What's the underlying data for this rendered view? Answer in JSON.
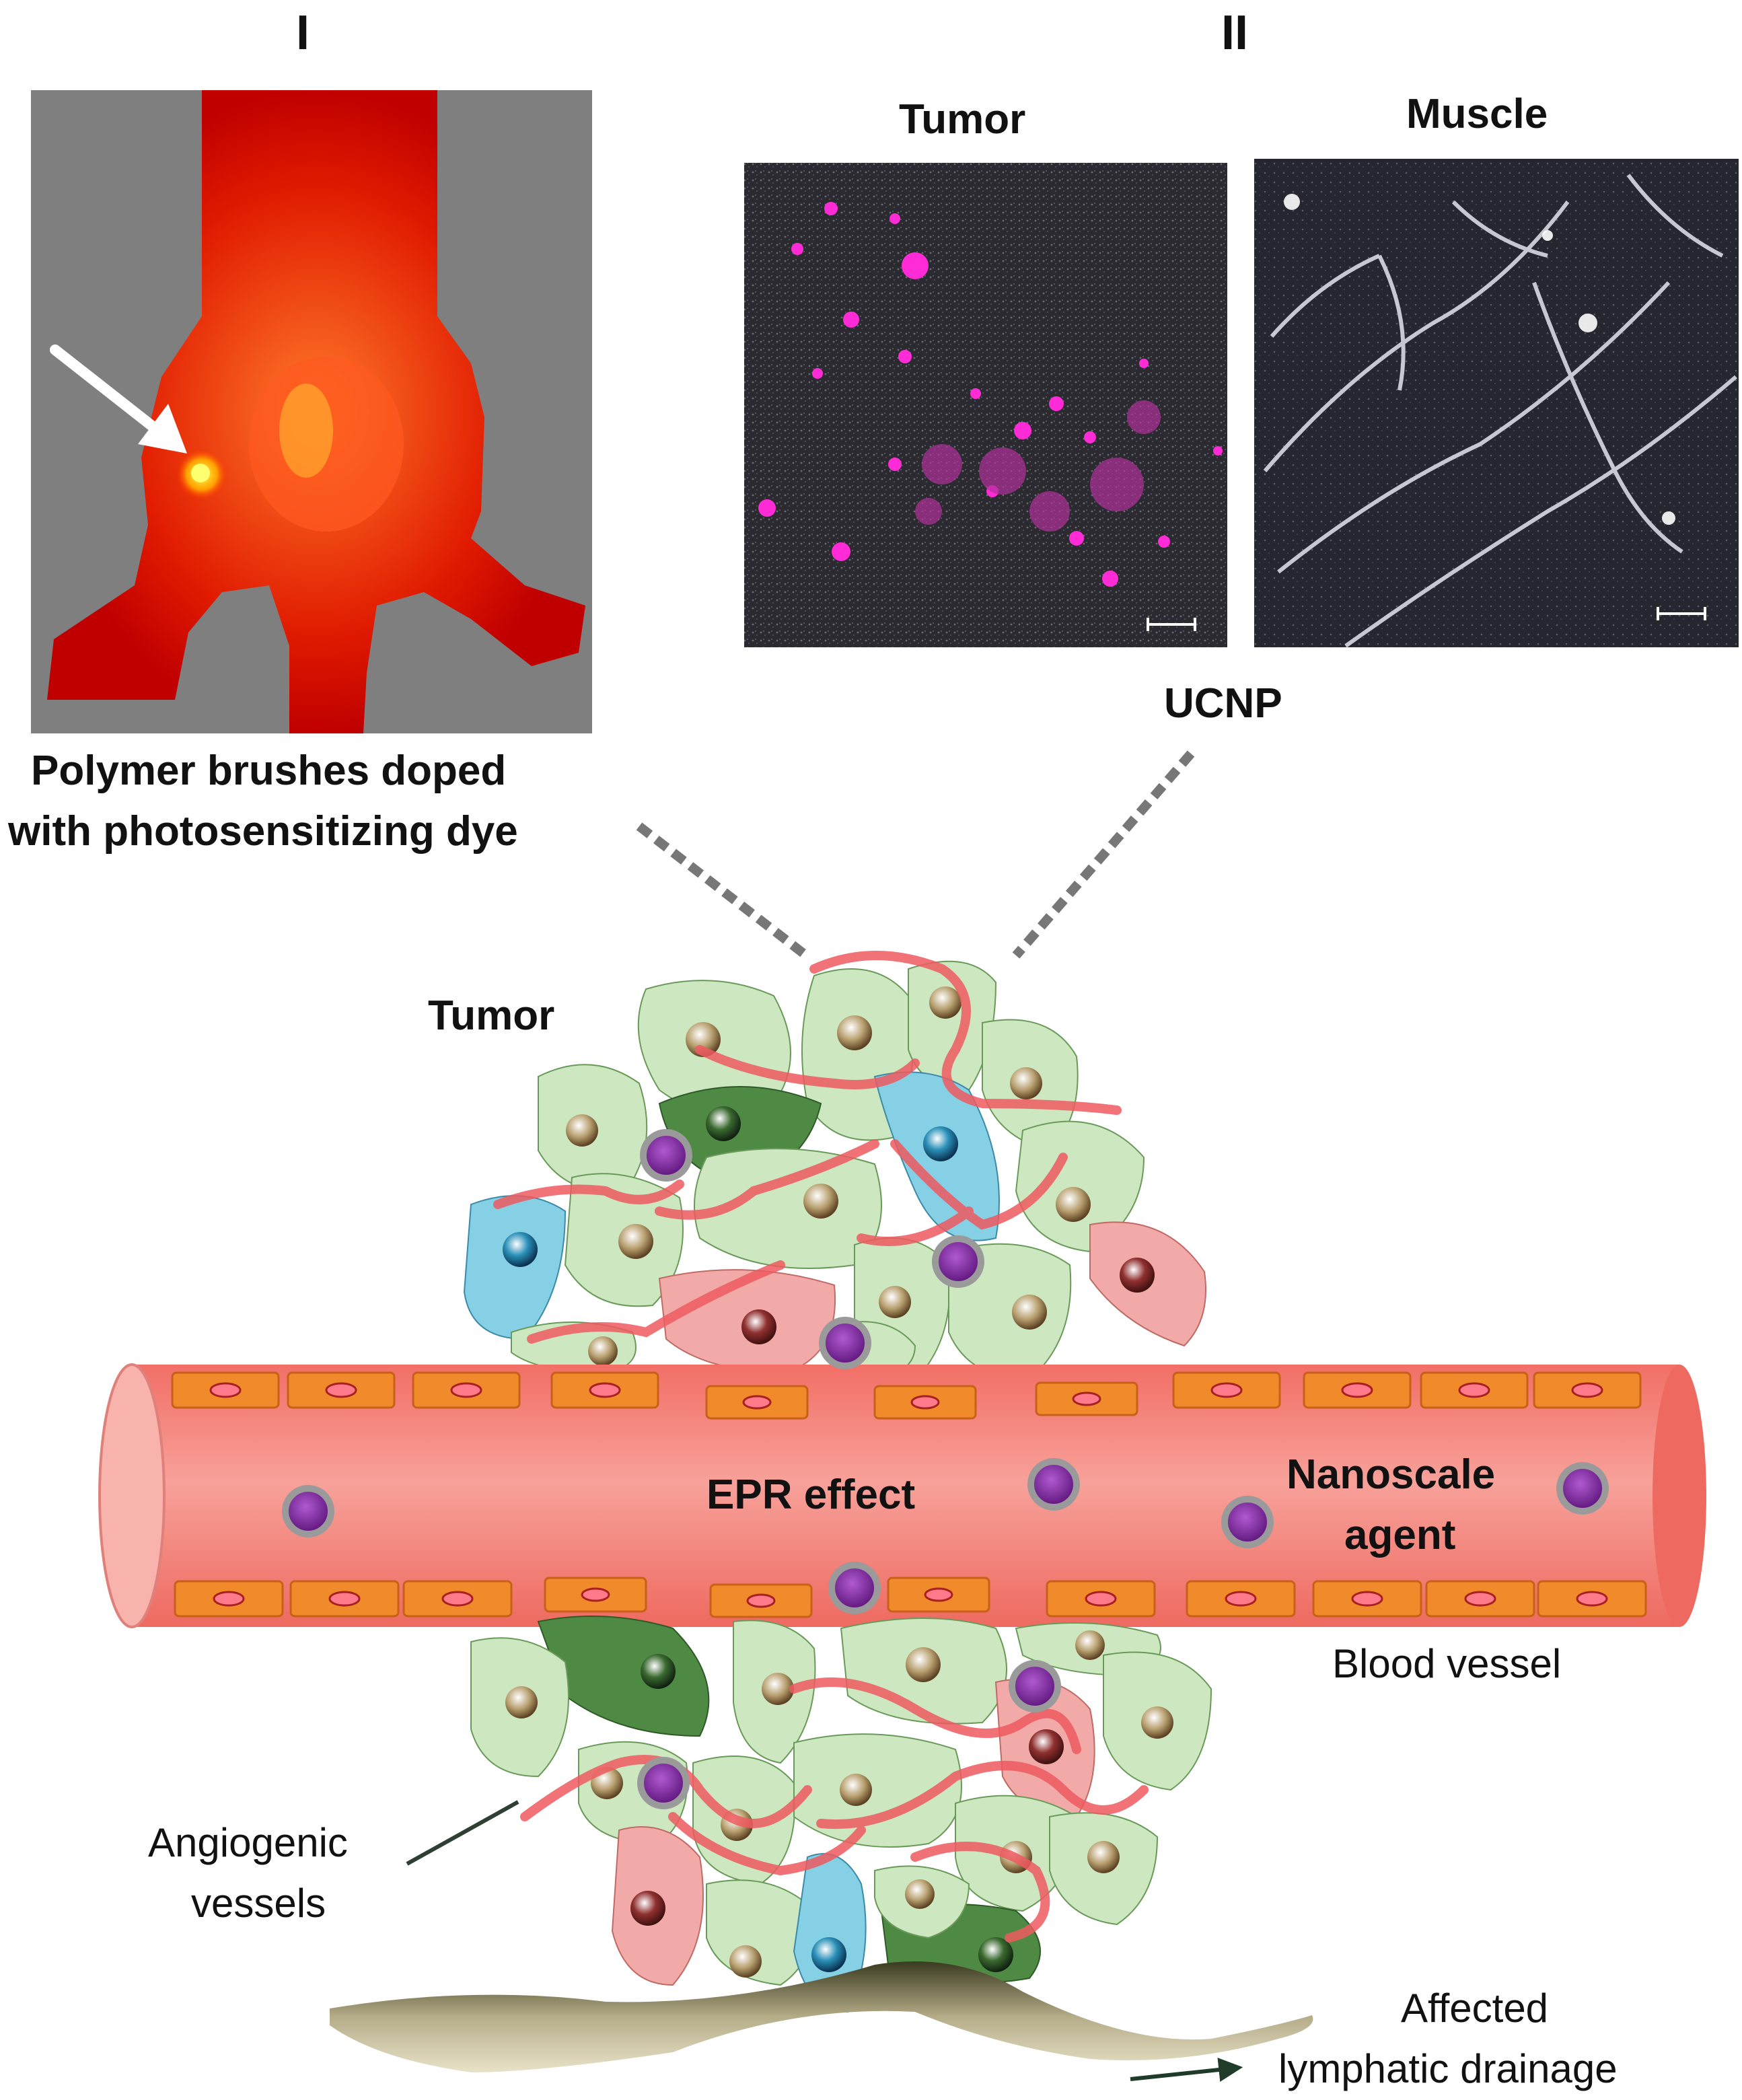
{
  "panel_labels": {
    "left": "I",
    "right": "II"
  },
  "micrograph_titles": {
    "tumor": "Tumor",
    "muscle": "Muscle"
  },
  "ucnp_label": "UCNP",
  "polymer_label": {
    "line1": "Polymer brushes doped",
    "line2": "with photosensitizing dye"
  },
  "tumor_label": "Tumor",
  "epr_label": "EPR effect",
  "agent_label": {
    "line1": "Nanoscale",
    "line2": "agent"
  },
  "vessel_label": "Blood vessel",
  "angio_label": {
    "line1": "Angiogenic",
    "line2": "vessels"
  },
  "lymph_label": {
    "line1": "Affected",
    "line2": "lymphatic drainage"
  },
  "colors": {
    "vessel": "#f07a70",
    "endothelial": "#f08a2a",
    "cell_green": "#cde8c0",
    "cell_dark_green": "#4f8a44",
    "cell_blue": "#86d0e6",
    "cell_pink": "#f2aaa8",
    "nanoparticle": "#7a2a9a",
    "fluorescence_magenta": "#ff2bd6",
    "lymph": "#b5ac88"
  }
}
